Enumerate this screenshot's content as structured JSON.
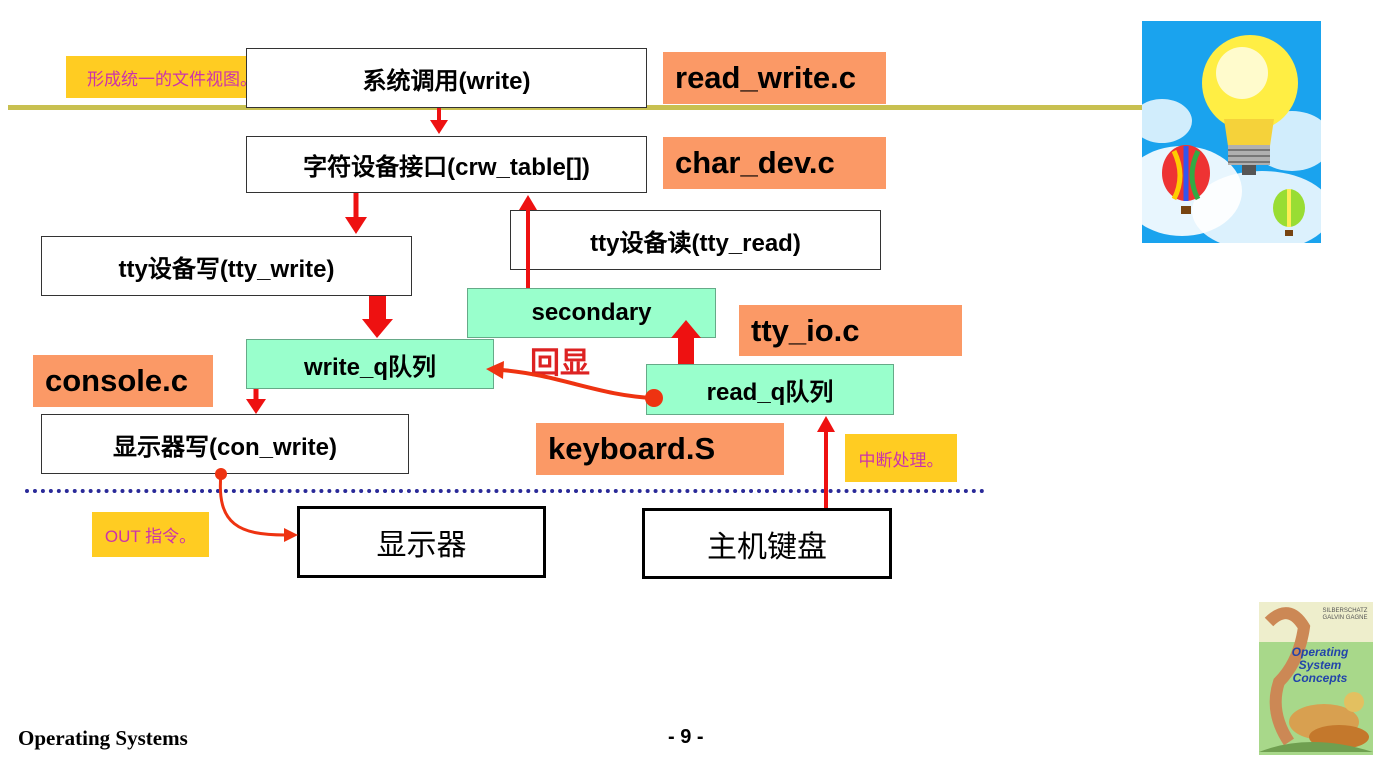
{
  "boxes": {
    "syscall": "系统调用(write)",
    "char_iface": "字符设备接口(crw_table[])",
    "tty_read": "tty设备读(tty_read)",
    "tty_write": "tty设备写(tty_write)",
    "secondary": "secondary",
    "write_q": "write_q队列",
    "read_q": "read_q队列",
    "con_write": "显示器写(con_write)",
    "display": "显示器",
    "keyboard": "主机键盘"
  },
  "files": {
    "read_write": "read_write.c",
    "char_dev": "char_dev.c",
    "tty_io": "tty_io.c",
    "console": "console.c",
    "keyboard_s": "keyboard.S"
  },
  "notes": {
    "unified_view": "形成统一的文件视图。",
    "interrupt": "中断处理。",
    "out_instr": "OUT 指令。"
  },
  "echo_label": "回显",
  "footer": {
    "title": "Operating Systems",
    "page": "- 9 -"
  },
  "book": {
    "authors": "SILBERSCHATZ GALVIN GAGNE",
    "title": "Operating System Concepts"
  },
  "colors": {
    "arrow_red": "#ee1111",
    "echo_red": "#dd2222",
    "orange_label": "#fb9966",
    "yellow_note": "#ffcc22",
    "green_box": "#99ffcc",
    "header_line": "#c8c050",
    "dotted_line": "#2a2a99"
  }
}
